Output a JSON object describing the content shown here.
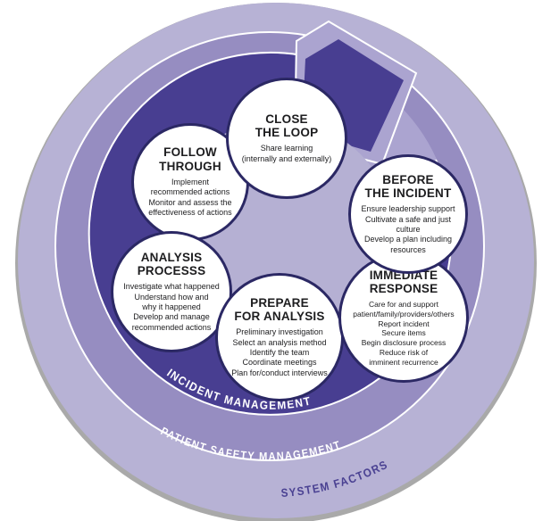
{
  "rings": {
    "incident": {
      "label": "INCIDENT MANAGEMENT"
    },
    "patient": {
      "label": "PATIENT SAFETY MANAGEMENT"
    },
    "system": {
      "label": "SYSTEM FACTORS"
    }
  },
  "steps": {
    "before_the_incident": {
      "title": "BEFORE\nTHE INCIDENT",
      "body": "Ensure leadership support\nCultivate a safe and just\nculture\nDevelop a plan including\nresources"
    },
    "immediate_response": {
      "title": "IMMEDIATE\nRESPONSE",
      "body": "Care for and support\npatient/family/providers/others\nReport incident\nSecure items\nBegin disclosure process\nReduce risk of\nimminent recurrence"
    },
    "prepare_for_analysis": {
      "title": "PREPARE\nFOR ANALYSIS",
      "body": "Preliminary investigation\nSelect an analysis method\nIdentify the team\nCoordinate meetings\nPlan for/conduct interviews"
    },
    "analysis_process": {
      "title": "ANALYSIS\nPROCESSS",
      "body": "Investigate what happened\nUnderstand how and\nwhy it happened\nDevelop and manage\nrecommended actions"
    },
    "follow_through": {
      "title": "FOLLOW\nTHROUGH",
      "body": "Implement\nrecommended actions\nMonitor and assess the\neffectiveness of actions"
    },
    "close_the_loop": {
      "title": "CLOSE\nTHE LOOP",
      "body": "Share learning\n(internally and externally)"
    }
  },
  "colors": {
    "outer_ring": "#b7b2d5",
    "middle_ring": "#968dc1",
    "inner_band": "#483e91",
    "band_gap": "#aba4d0",
    "center_disc": "#b5b0d3",
    "circle_border": "#2b2864",
    "system_text": "#4a4192",
    "shadow": "#a9a9a9"
  }
}
